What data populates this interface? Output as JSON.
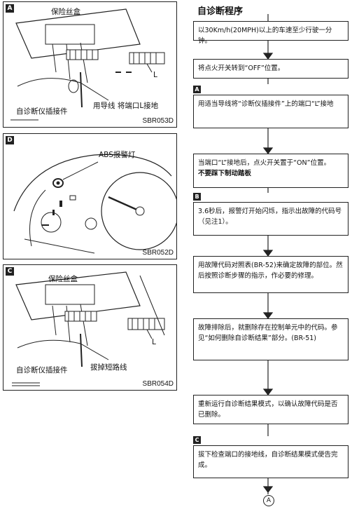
{
  "panels": {
    "a": {
      "tag": "A",
      "fuse_box_label": "保险丝盒",
      "terminal_label": "L",
      "connector_label": "自诊断仪插接件",
      "wire_label": "用导线  将端口L接地",
      "code": "SBR053D"
    },
    "d": {
      "tag": "D",
      "abs_lamp_label": "ABS报警灯",
      "code": "SBR052D"
    },
    "c": {
      "tag": "C",
      "fuse_box_label": "保险丝盒",
      "terminal_label": "L",
      "connector_label": "自诊断仪插接件",
      "wire_label": "拔掉短路线",
      "code": "SBR054D"
    }
  },
  "flow": {
    "title": "自诊断程序",
    "steps": [
      {
        "tag": "",
        "text": "以30Km/h(20MPH)以上的车速至少行驶一分钟。",
        "note": ""
      },
      {
        "tag": "",
        "text": "将点火开关转到“OFF”位置。",
        "note": ""
      },
      {
        "tag": "A",
        "text": "用适当导线将“诊断仪插接件”上的端口“L”接地",
        "note": ""
      },
      {
        "tag": "",
        "text": "当端口“L”接地后，点火开关置于“ON”位置。",
        "note": "不要踩下制动踏板"
      },
      {
        "tag": "B",
        "text": "3.6秒后，报警灯开始闪烁，指示出故障的代码号（见注1）。",
        "note": ""
      },
      {
        "tag": "",
        "text": "用故障代码对照表(BR-52)来确定故障的部位。然后按照诊断步骤的指示，作必要的修理。",
        "note": ""
      },
      {
        "tag": "",
        "text": "故障排除后，就删除存在控制单元中的代码。参见“如何删除自诊断结果”部分。(BR-51)",
        "note": ""
      },
      {
        "tag": "",
        "text": "重新运行自诊断结果模式，以确认故障代码是否已删除。",
        "note": ""
      },
      {
        "tag": "C",
        "text": "拔下检查端口的接地线，自诊断结果模式便告完成。",
        "note": ""
      }
    ],
    "end_mark": "A"
  }
}
